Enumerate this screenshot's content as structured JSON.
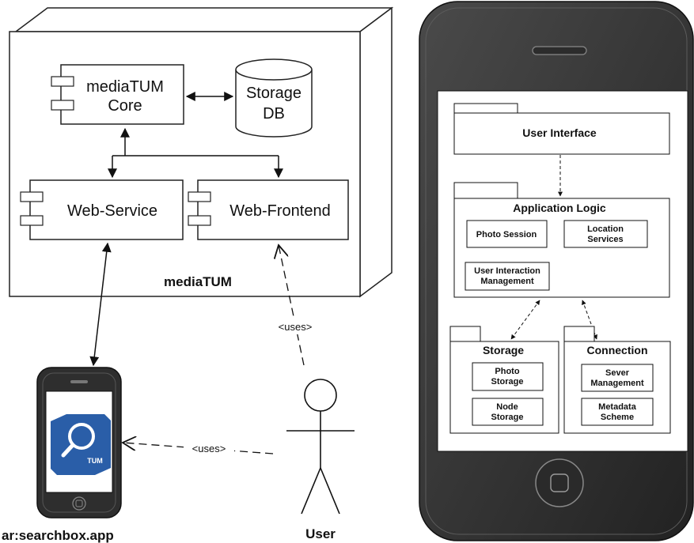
{
  "server": {
    "node_label": "mediaTUM",
    "core": {
      "line1": "mediaTUM",
      "line2": "Core"
    },
    "storage_db": {
      "line1": "Storage",
      "line2": "DB"
    },
    "web_service": "Web-Service",
    "web_frontend": "Web-Frontend"
  },
  "uses_label_1": "<uses>",
  "uses_label_2": "<uses>",
  "actor_label": "User",
  "small_phone_label": "ar:searchbox.app",
  "small_phone_logo_text": "TUM",
  "big_phone": {
    "user_interface": "User Interface",
    "application_logic": "Application Logic",
    "photo_session": "Photo Session",
    "location_services": {
      "line1": "Location",
      "line2": "Services"
    },
    "user_interaction": {
      "line1": "User Interaction",
      "line2": "Management"
    },
    "storage": "Storage",
    "photo_storage": {
      "line1": "Photo",
      "line2": "Storage"
    },
    "node_storage": {
      "line1": "Node",
      "line2": "Storage"
    },
    "connection": "Connection",
    "server_management": {
      "line1": "Sever",
      "line2": "Management"
    },
    "metadata_scheme": {
      "line1": "Metadata",
      "line2": "Scheme"
    }
  },
  "colors": {
    "logo_blue": "#2a5ea8",
    "phone_body": "#3a3a3a"
  }
}
